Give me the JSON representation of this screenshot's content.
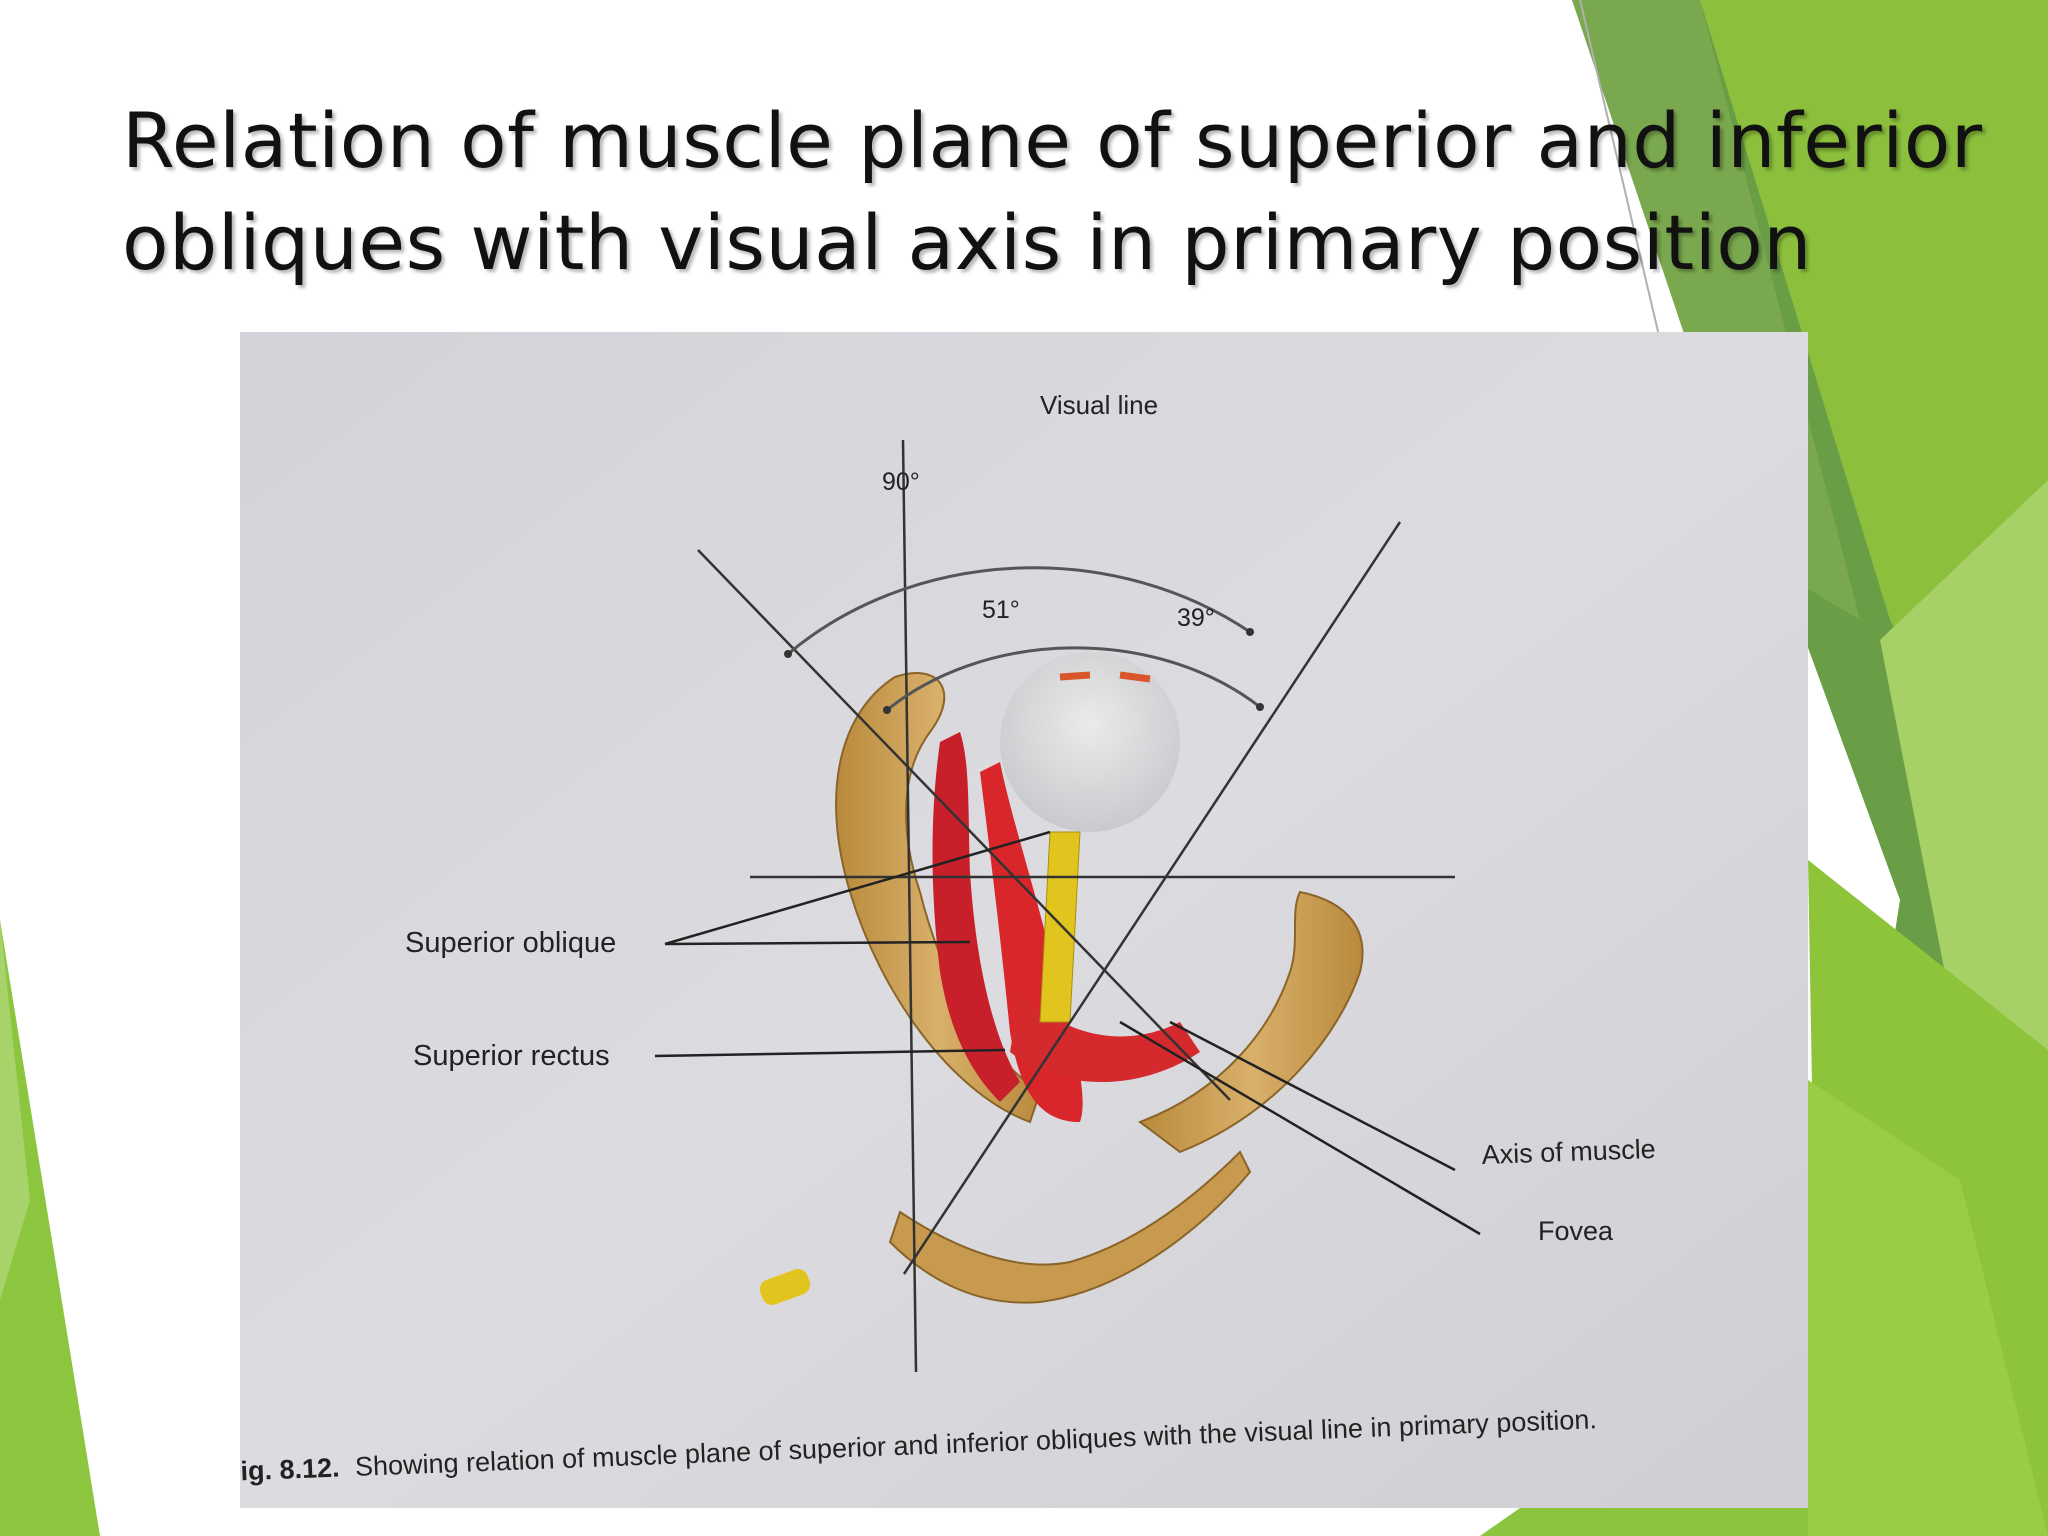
{
  "slide": {
    "title_line_1": "Relation of muscle plane of superior and inferior",
    "title_line_2": "obliques with visual axis in primary position"
  },
  "figure": {
    "labels": {
      "visual_line": "Visual line",
      "angle_90": "90°",
      "angle_51": "51°",
      "angle_39": "39°",
      "superior_oblique": "Superior oblique",
      "superior_rectus": "Superior rectus",
      "axis_of_muscle": "Axis of muscle",
      "fovea": "Fovea"
    },
    "caption_fig_number": "ig. 8.12.",
    "caption_text": "Showing relation of muscle plane of superior and inferior obliques with the visual line in primary position."
  },
  "colors": {
    "theme_green_light": "#8cc63f",
    "theme_green_dark": "#5f9a3a",
    "muscle_red": "#d9262a",
    "bone_tan": "#c9a05a",
    "nerve_yellow": "#e0c81c",
    "photo_background": "#d8d8dc"
  }
}
